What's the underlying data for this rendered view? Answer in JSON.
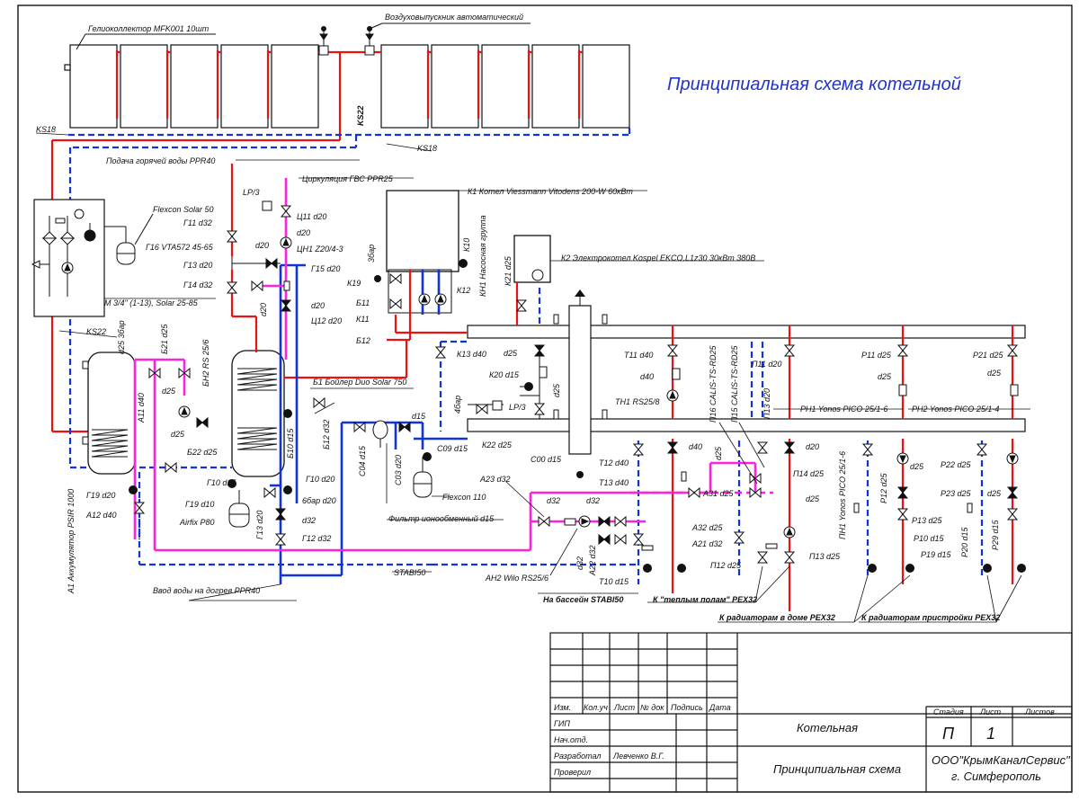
{
  "title": "Принципиальная схема котельной",
  "colors": {
    "hot": "#ee1111",
    "cold": "#1133dd",
    "dhw": "#ff22dd",
    "line": "#111111",
    "title": "#2233cc"
  },
  "labels": {
    "collector": "Гелиоколлектор MFK001 10шт",
    "air_vent": "Воздуховыпускник автоматический",
    "ks18_left": "KS18",
    "ks18_mid": "KS18",
    "ks22_top": "KS22",
    "ks22_left": "KS22",
    "hot_supply": "Подача горячей воды PPR40",
    "dhw_circ": "Циркуляция ГВС PPR25",
    "lp3_top": "LP/3",
    "flexcon_solar": "Flexcon Solar 50",
    "g11": "Г11 d32",
    "g16": "Г16 VTA572 45-65",
    "g13": "Г13 d20",
    "g14": "Г14 d32",
    "solar_group": "M 3/4\" (1-13), Solar 25-85",
    "c11": "Ц11 d20",
    "c20a": "d20",
    "cn1": "ЦН1 Z20/4-3",
    "d20a": "d20",
    "g15": "Г15 d20",
    "d20b": "d20",
    "d20c": "d20",
    "c12": "Ц12 d20",
    "k1": "К1 Котел Viessmann Vitodens 200-W 60кВт",
    "k2": "К2 Электрокотел Kospel EKCO.L1z30 30кВт 380В",
    "k10": "К10",
    "kn1": "КН1 Насосная группа",
    "k21": "К21 d25",
    "bar3a": "3бар",
    "k19": "К19",
    "b11": "Б11",
    "k11": "К11",
    "k12": "К12",
    "b12": "Б12",
    "d25bar": "d25 3бар",
    "b21": "Б21 d25",
    "bn2": "БН2 RS 25/6",
    "a11": "А11 d40",
    "d25a": "d25",
    "d25b": "d25",
    "b1": "Б1 Бойлер Duo Solar 750",
    "k13": "К13 d40",
    "d25c": "d25",
    "k20": "К20 d15",
    "d25d": "d25",
    "lp3_mid": "LP/3",
    "bar4": "4бар",
    "k22": "К22 d25",
    "b22": "Б22 d25",
    "b10": "Б10 d15",
    "b12b": "Б12 d32",
    "g10": "Г10 d20",
    "g19a": "Г19 d20",
    "g19b": "Г19 d10",
    "g10b": "Г10 d15",
    "bar6": "6бар d20",
    "d32a": "d32",
    "g12": "Г12 d32",
    "airfix": "Airfix P80",
    "g13b": "Г13 d20",
    "a12": "А12 d40",
    "a1": "А1 Аккумулятор PSIR 1000",
    "c04": "С04 d15",
    "c03": "С03 d20",
    "d15a": "d15",
    "c09": "С09 d15",
    "flexcon110": "Flexcon 110",
    "c00": "С00 d15",
    "ion_filter": "Фильтр ионообменный d15",
    "a23": "А23 d32",
    "d32b": "d32",
    "d32c": "d32",
    "ah2": "АН2 Wilo RS25/6",
    "d32d": "d32",
    "a22": "А22 d32",
    "stabi50": "STABI50",
    "water_in": "Ввод воды на догрев PPR40",
    "pool": "На бассейн STABI50",
    "t11": "Т11 d40",
    "d40a": "d40",
    "th1": "ТН1 RS25/8",
    "t12": "Т12 d40",
    "d40b": "d40",
    "t13": "Т13 d40",
    "a31": "А31 d25",
    "a32": "А32 d25",
    "a21": "А21 d32",
    "t10": "Т10 d15",
    "p16": "П16 CALIS-TS-RD25",
    "p15": "П15 CALIS-TS-RD25",
    "p13top": "П13 d20",
    "p11": "П11 d20",
    "d25e": "d25",
    "d20e": "d20",
    "p14": "П14 d25",
    "d25f": "d25",
    "pn1": "ПН1 Yonos PICO 25/1-6",
    "p13": "П13 d25",
    "p12d": "П12 d25",
    "floor": "К \"теплым полам\" PEX32",
    "p12": "P12 d25",
    "p11r": "P11 d25",
    "d25g": "d25",
    "rn1": "PH1 Yonos PICO 25/1-6",
    "rn2": "PH2 Yonos PICO 25/1-4",
    "p21": "P21 d25",
    "d25h": "d25",
    "d25i": "d25",
    "p22": "P22 d25",
    "p23": "P23 d25",
    "d25j": "d25",
    "p13r": "P13 d25",
    "p10": "P10 d15",
    "p19": "P19 d15",
    "p20": "P20 d15",
    "p29": "P29 d15",
    "rad_house": "К радиаторам в доме PEX32",
    "rad_ext": "К радиаторам пристройки PEX32"
  },
  "stamp": {
    "izm": "Изм.",
    "koluch": "Кол.уч",
    "list": "Лист",
    "ndok": "№ док",
    "podpis": "Подпись",
    "data": "Дата",
    "gip": "ГИП",
    "nachotd": "Нач.отд.",
    "razrab": "Разработал",
    "razrab_name": "Левченко В.Г.",
    "proveril": "Проверил",
    "project": "Котельная",
    "sheet_title": "Принципиальная схема",
    "stadia": "Стадия",
    "list_h": "Лист",
    "listov": "Листов",
    "stadia_val": "П",
    "list_val": "1",
    "company": "ООО\"КрымКаналСервис\"",
    "city": "г. Симферополь"
  }
}
